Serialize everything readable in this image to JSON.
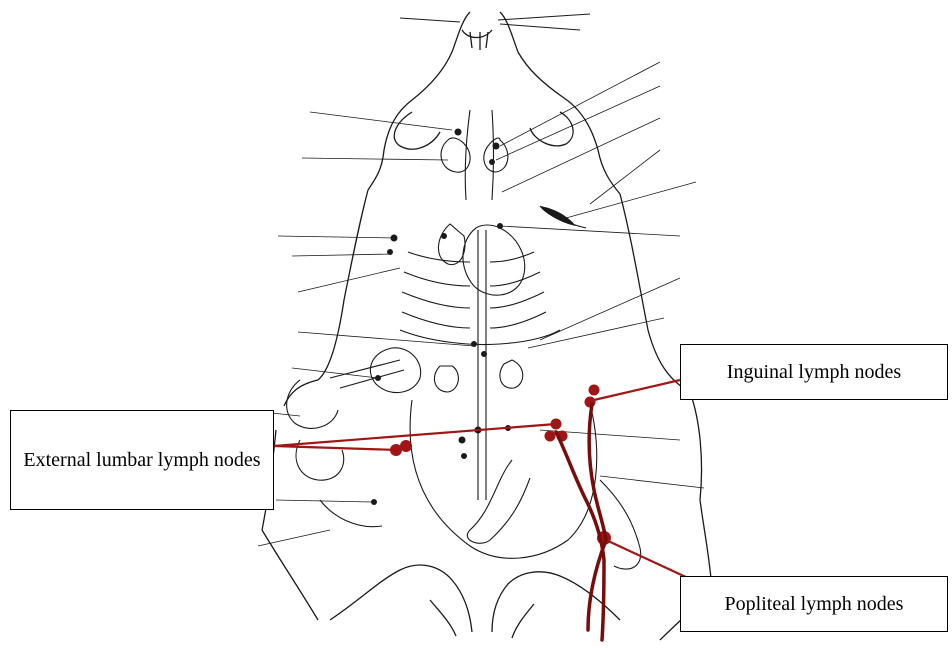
{
  "labels": {
    "inguinal": "Inguinal lymph nodes",
    "external_lumbar": "External lumbar lymph nodes",
    "popliteal": "Popliteal lymph nodes"
  },
  "colors": {
    "marker": "#a01515",
    "line": "#7a0b0b",
    "drawing": "#1a1a1a"
  }
}
